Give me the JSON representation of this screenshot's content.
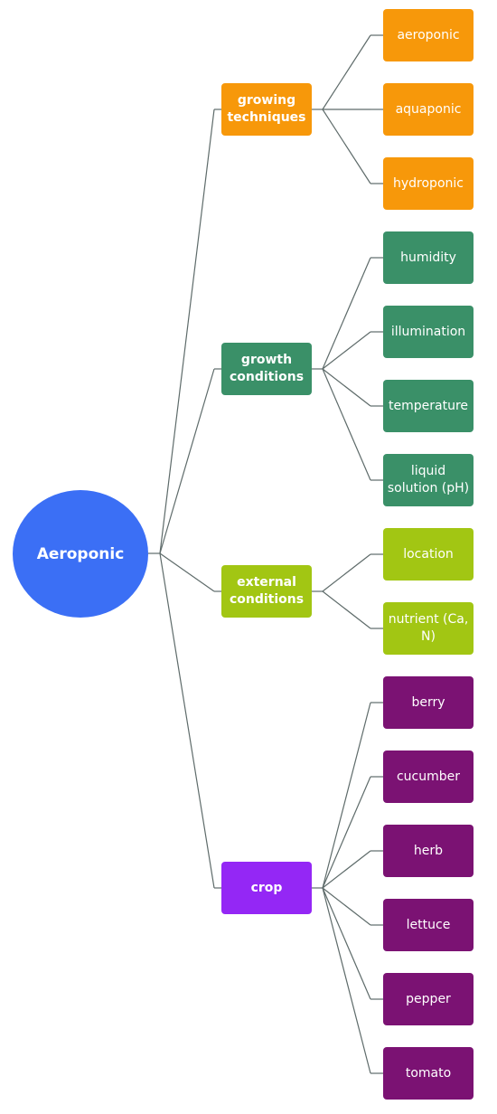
{
  "root": {
    "label": "Aeroponic",
    "color": "#3b6ff5"
  },
  "categories": [
    {
      "label": "growing techniques",
      "color": "#f7980a",
      "children": [
        "aeroponic",
        "aquaponic",
        "hydroponic"
      ]
    },
    {
      "label": "growth conditions",
      "color": "#3a9068",
      "children": [
        "humidity",
        "illumination",
        "temperature",
        "liquid solution (pH)"
      ]
    },
    {
      "label": "external conditions",
      "color": "#a2c613",
      "children": [
        "location",
        "nutrient (Ca, N)"
      ]
    },
    {
      "label": "crop",
      "color": "#9427f5",
      "leafColor": "#7b1273",
      "children": [
        "berry",
        "cucumber",
        "herb",
        "lettuce",
        "pepper",
        "tomato"
      ]
    }
  ],
  "line_color": "#5e6b6a"
}
